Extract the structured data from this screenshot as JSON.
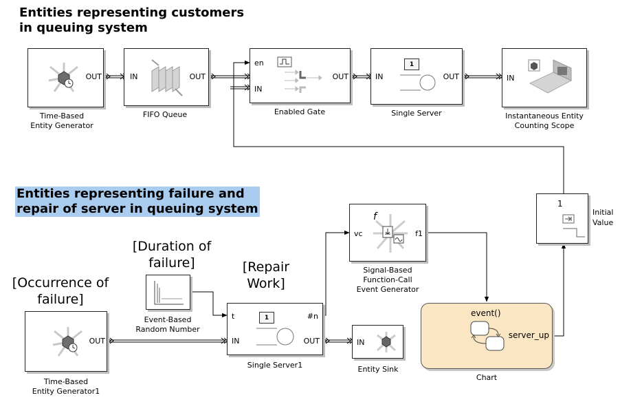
{
  "headings": {
    "customers": [
      "Entities representing customers",
      "in queuing system"
    ],
    "failure": [
      "Entities representing failure and",
      "repair of server in queuing system"
    ]
  },
  "blocks": {
    "gen1": {
      "caption": [
        "Time-Based",
        "Entity Generator"
      ],
      "out": "OUT"
    },
    "fifo": {
      "caption": [
        "FIFO Queue"
      ],
      "in": "IN",
      "out": "OUT"
    },
    "gate": {
      "caption": [
        "Enabled Gate"
      ],
      "en": "en",
      "in": "IN",
      "out": "OUT"
    },
    "server": {
      "caption": [
        "Single Server"
      ],
      "in": "IN",
      "out": "OUT",
      "capacity": "1"
    },
    "scope": {
      "caption": [
        "Instantaneous Entity",
        "Counting Scope"
      ],
      "in": "IN"
    },
    "initial": {
      "caption": [
        "Initial",
        "Value"
      ],
      "value": "1"
    },
    "gen2": {
      "caption": [
        "Time-Based",
        "Entity Generator1"
      ],
      "out": "OUT"
    },
    "rand": {
      "caption": [
        "Event-Based",
        "Random Number"
      ]
    },
    "sfc": {
      "caption": [
        "Signal-Based",
        "Function-Call",
        "Event Generator"
      ],
      "vc": "vc",
      "f": "f",
      "f1": "f1"
    },
    "server1": {
      "caption": [
        "Single Server1"
      ],
      "t": "t",
      "n": "#n",
      "in": "IN",
      "out": "OUT",
      "capacity": "1"
    },
    "sink": {
      "caption": [
        "Entity Sink"
      ],
      "in": "IN"
    },
    "chart": {
      "caption": [
        "Chart"
      ],
      "event": "event()",
      "output": "server_up"
    }
  },
  "annotations": {
    "duration": [
      "[Duration of",
      "failure]"
    ],
    "occurrence": [
      "[Occurrence of",
      "failure]"
    ],
    "repair": [
      "[Repair",
      "Work]"
    ]
  }
}
